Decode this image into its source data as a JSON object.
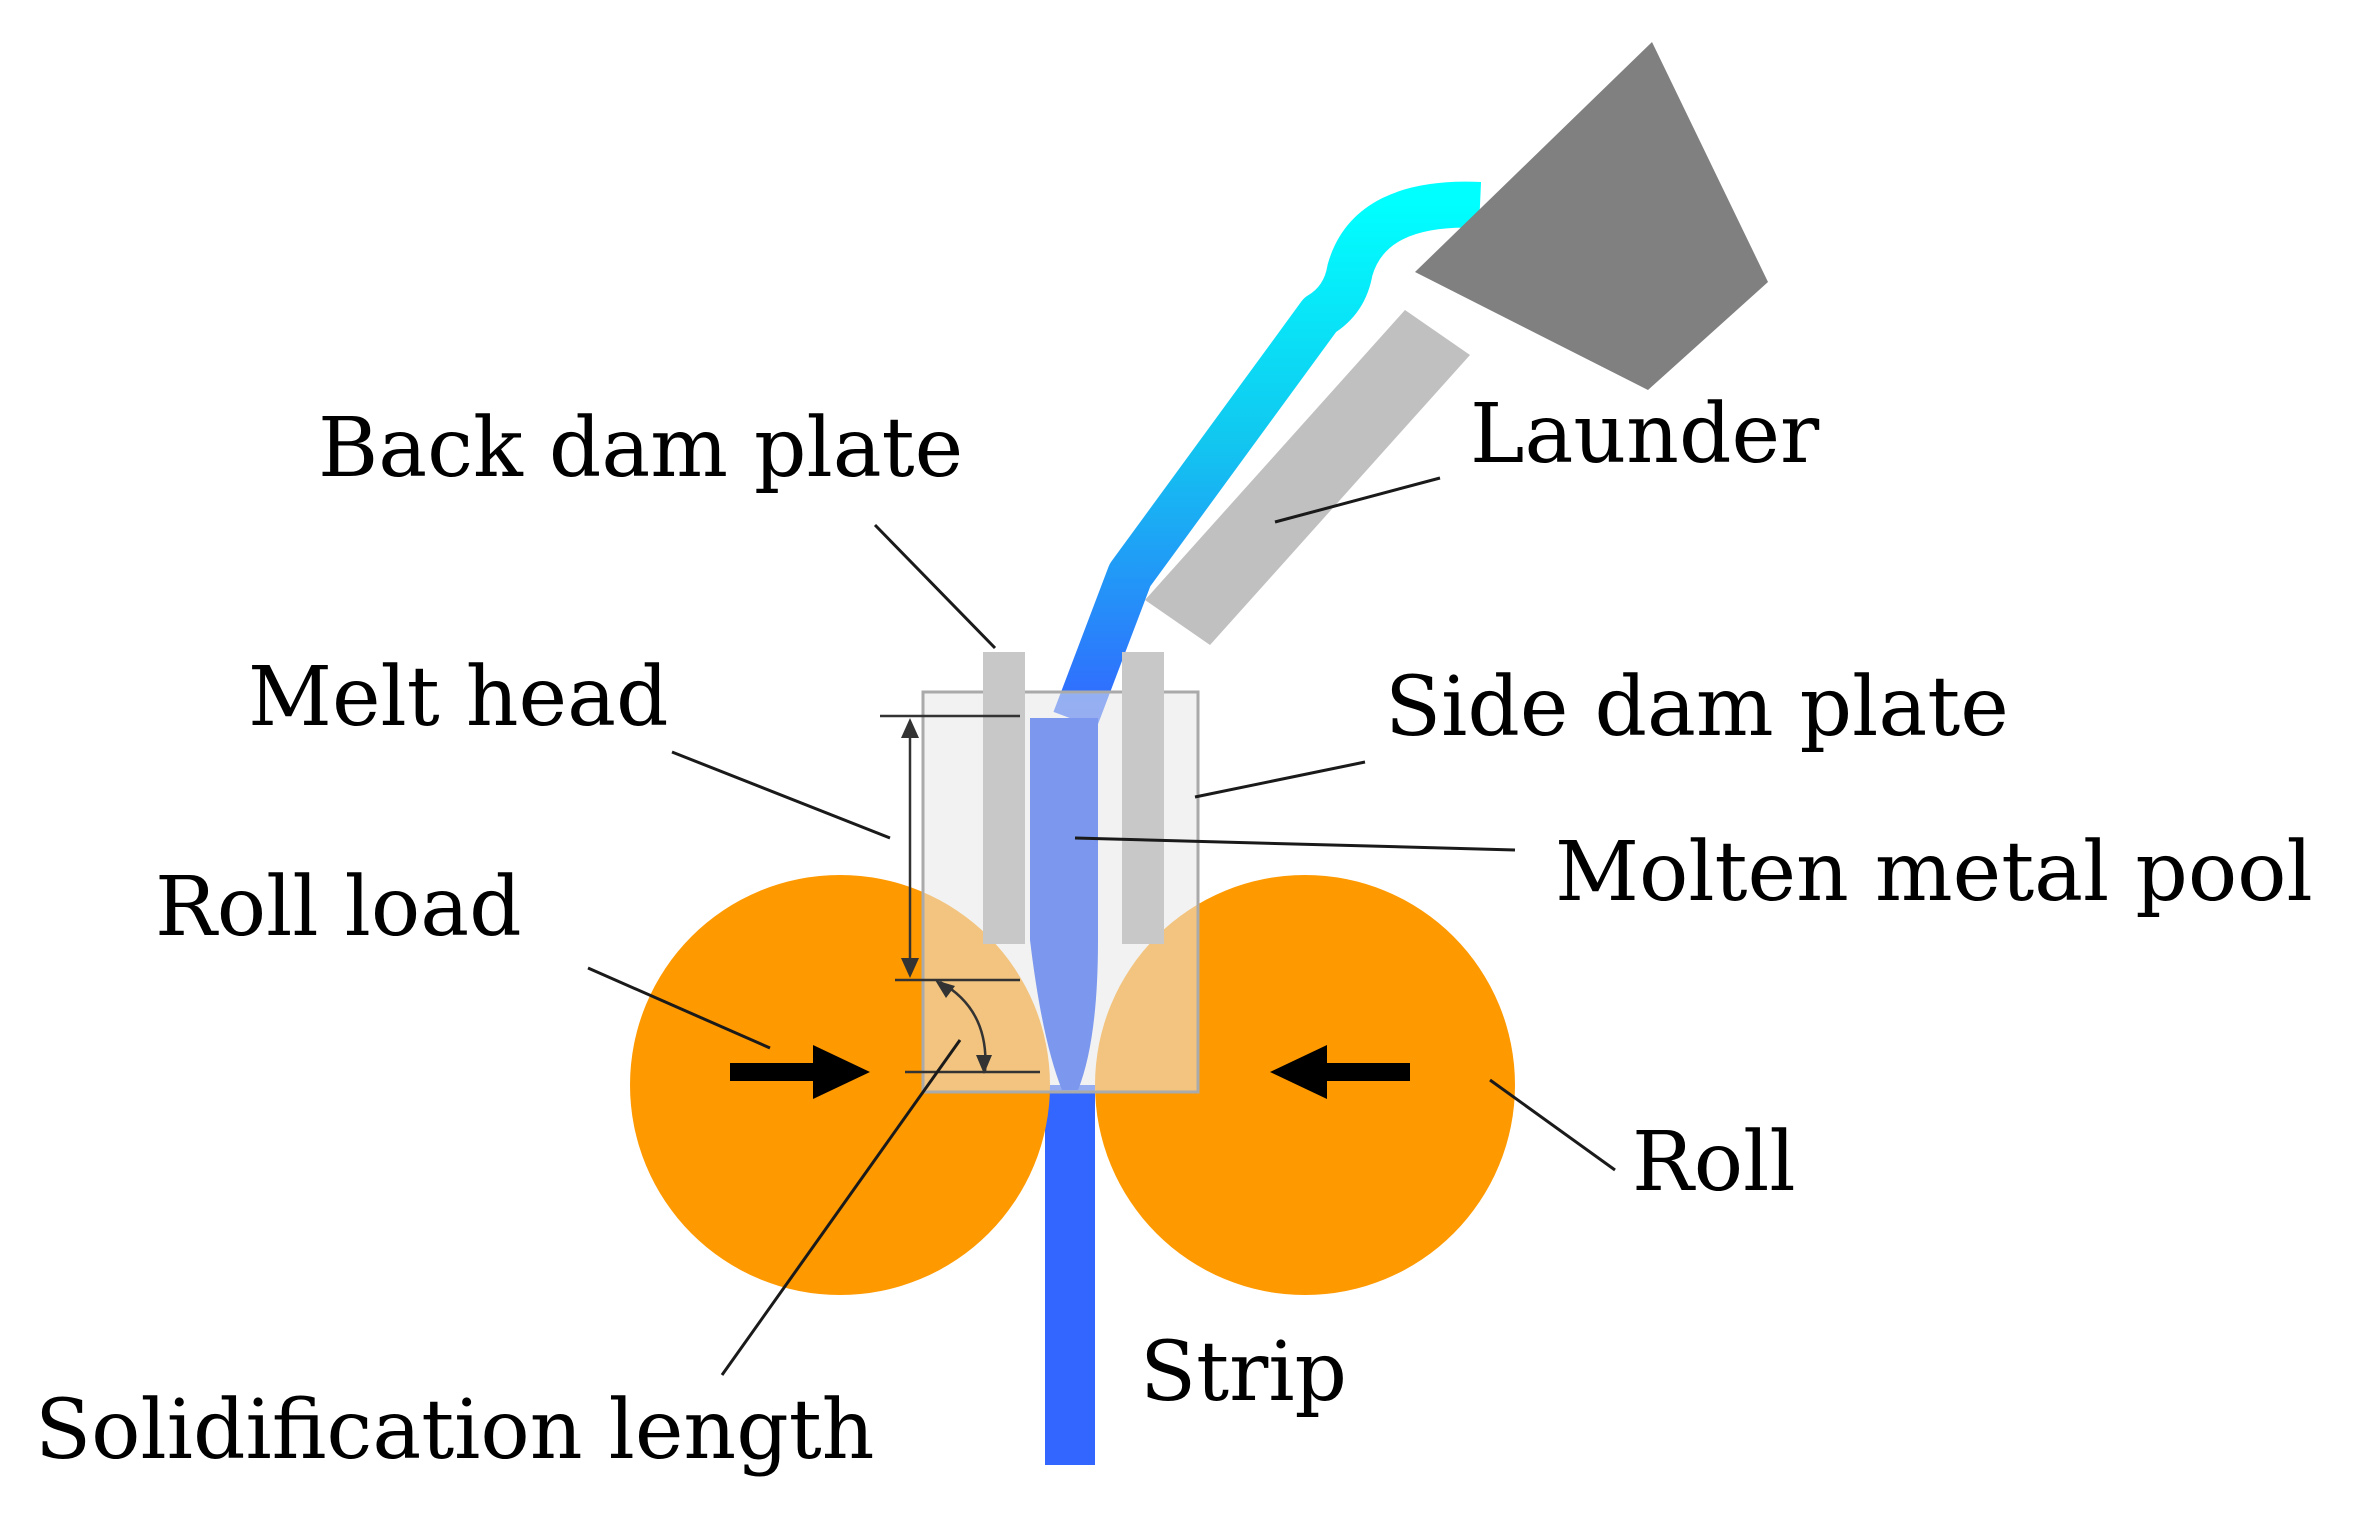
{
  "labels": {
    "back_dam_plate": "Back dam plate",
    "launder": "Launder",
    "melt_head": "Melt head",
    "side_dam_plate": "Side dam plate",
    "molten_metal_pool": "Molten metal pool",
    "roll_load": "Roll load",
    "roll": "Roll",
    "strip": "Strip",
    "solidification_length": "Solidification length"
  },
  "colors": {
    "roll": "#FF9900",
    "strip": "#3366FF",
    "pool": "#7B98EE",
    "launder": "#808080",
    "side_dam": "#C8C8C8",
    "back_dam_box": "#E8E8E8",
    "stream_top": "#00FFFF",
    "stream_bottom": "#3366FF",
    "arrow": "#000000"
  },
  "icons": {
    "roll_load_arrow": "arrow-right-icon",
    "roll_load_arrow_right": "arrow-left-icon"
  }
}
